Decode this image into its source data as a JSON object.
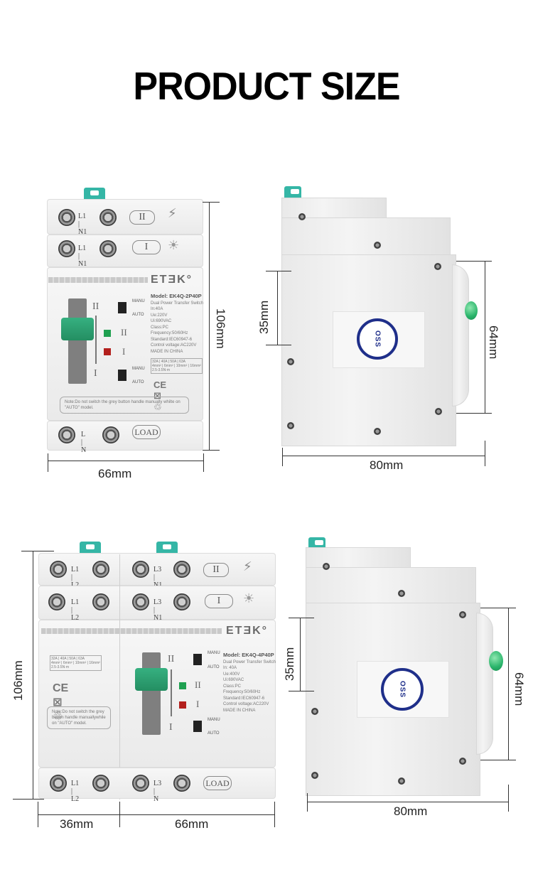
{
  "title": "PRODUCT SIZE",
  "brand": "ETƎK°",
  "device_2p": {
    "top_terminal_label": "L1 | N1",
    "top_box_label": "II",
    "mid_terminal_label": "L1 | N1",
    "mid_box_label": "I",
    "bottom_terminal_label": "L | N",
    "bottom_box_label": "LOAD",
    "model_lines": [
      "Model: EK4Q-2P40P",
      "Dual Power Transfer Switch",
      "In:40A",
      "Ue:220V",
      "Ui:690VAC",
      "Class:PC",
      "Frequency:50/60Hz",
      "Standard:IEC60947-6",
      "Control voltage:AC220V",
      "MADE IN CHINA"
    ],
    "rating_line": "32A | 40A | 50A | 63A",
    "wire_line": "4mm² | 6mm² | 10mm² | 16mm²",
    "torque_line": "2.5-3.5N·m",
    "manu": "MANU",
    "auto": "AUTO",
    "pos_ii": "II",
    "pos_i": "I",
    "note": "Note:Do not switch the grey button handle manually whilte on \"AUTO\" model.",
    "cert": "CE ⊠ ♲"
  },
  "device_4p": {
    "left_top_terminal": "L1 | L2",
    "right_top_terminal": "L3 | N1",
    "top_box_label": "II",
    "left_mid_terminal": "L1 | L2",
    "right_mid_terminal": "L3 | N1",
    "mid_box_label": "I",
    "left_bottom_terminal": "L1 | L2",
    "right_bottom_terminal": "L3 | N",
    "bottom_box_label": "LOAD",
    "model_lines": [
      "Model: EK4Q-4P40P",
      "Dual Power Transfer Switch",
      "In: 40A",
      "Ue:400V",
      "Ui:690VAC",
      "Class:PC",
      "Frequency:50/60Hz",
      "Standard:IEC60947-6",
      "Control voltage:AC220V",
      "MADE IN CHINA"
    ],
    "rating_line": "32A | 40A | 50A | 63A",
    "wire_line": "4mm² | 6mm² | 10mm² | 16mm²",
    "torque_line": "2.5-3.5N·m",
    "manu": "MANU",
    "auto": "AUTO",
    "pos_ii": "II",
    "pos_i": "I",
    "note": "Note:Do not switch the grey button handle manuallywhile on \"AUTO\" model.",
    "cert": "CE ⊠ ♲"
  },
  "side_label": "OSS",
  "dimensions": {
    "front_2p_height": "106mm",
    "front_2p_width": "66mm",
    "side_2p_rail": "35mm",
    "side_2p_depth_inner": "64mm",
    "side_2p_depth": "80mm",
    "front_4p_height": "106mm",
    "front_4p_width_left": "36mm",
    "front_4p_width_right": "66mm",
    "side_4p_rail": "35mm",
    "side_4p_depth_inner": "64mm",
    "side_4p_depth": "80mm"
  },
  "colors": {
    "clip": "#35b6a6",
    "handle": "#2aa070",
    "indicator_green": "#1fa050",
    "indicator_red": "#b3201d",
    "oss_blue": "#1f2f8a",
    "knob": "#29b46a"
  }
}
